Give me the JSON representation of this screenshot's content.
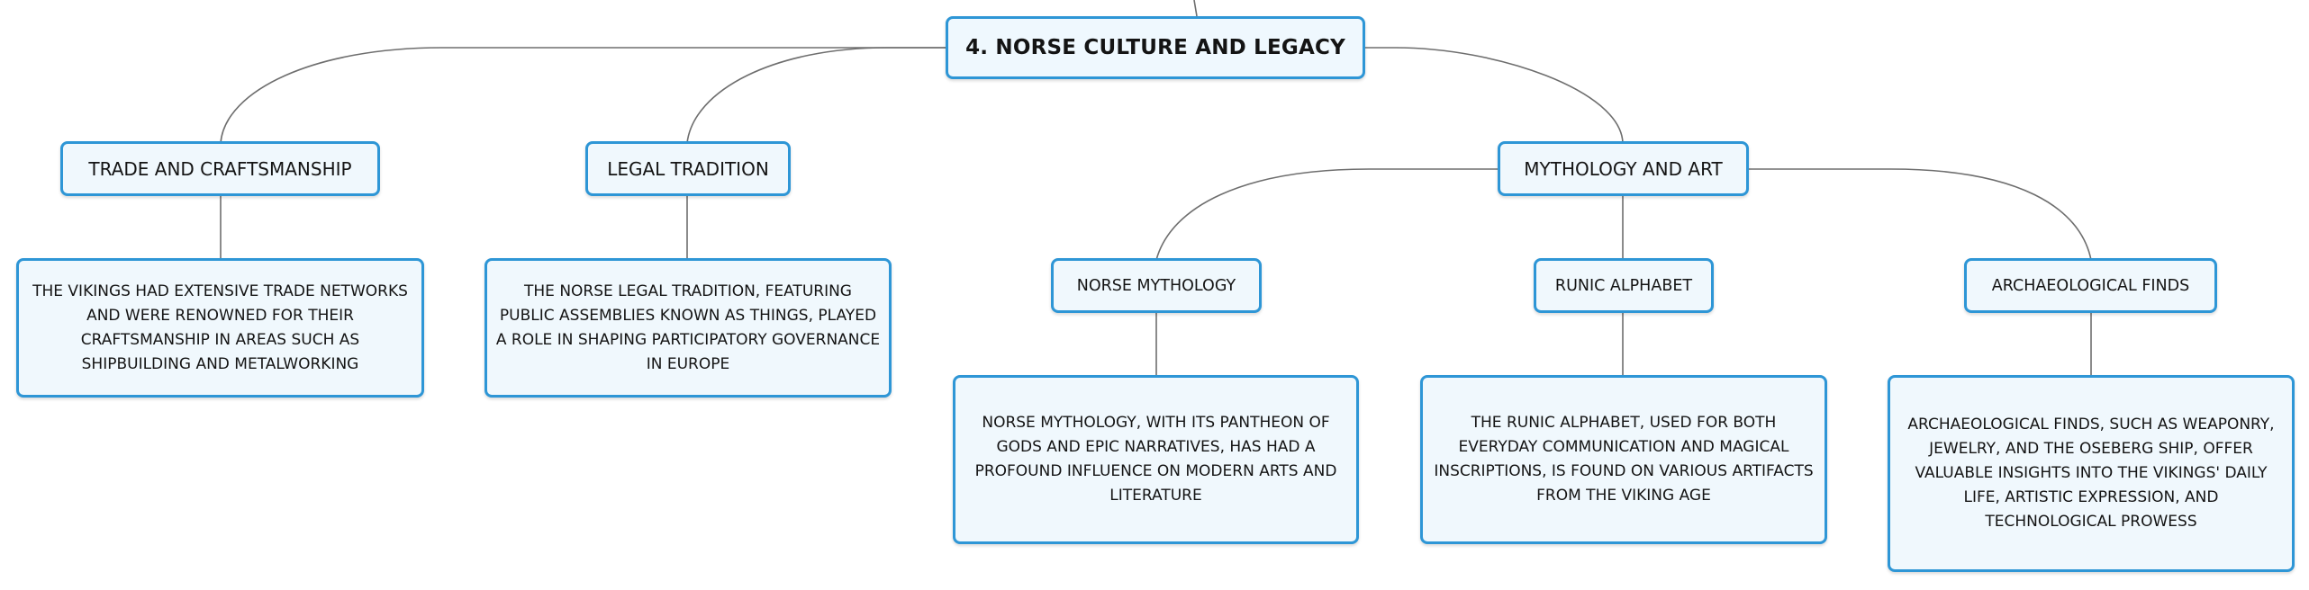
{
  "diagram": {
    "root": {
      "title": "4. NORSE CULTURE AND LEGACY"
    },
    "branches": {
      "trade": {
        "title": "TRADE AND CRAFTSMANSHIP",
        "detail": "THE VIKINGS HAD EXTENSIVE TRADE NETWORKS AND WERE RENOWNED FOR THEIR CRAFTSMANSHIP IN AREAS SUCH AS SHIPBUILDING AND METALWORKING"
      },
      "legal": {
        "title": "LEGAL TRADITION",
        "detail": "THE NORSE LEGAL TRADITION, FEATURING PUBLIC ASSEMBLIES KNOWN AS THINGS, PLAYED A ROLE IN SHAPING PARTICIPATORY GOVERNANCE IN EUROPE"
      },
      "mythology_art": {
        "title": "MYTHOLOGY AND ART",
        "children": {
          "norse_mythology": {
            "title": "NORSE MYTHOLOGY",
            "detail": "NORSE MYTHOLOGY, WITH ITS PANTHEON OF GODS AND EPIC NARRATIVES, HAS HAD A PROFOUND INFLUENCE ON MODERN ARTS AND LITERATURE"
          },
          "runic_alphabet": {
            "title": "RUNIC ALPHABET",
            "detail": "THE RUNIC ALPHABET, USED FOR BOTH EVERYDAY COMMUNICATION AND MAGICAL INSCRIPTIONS, IS FOUND ON VARIOUS ARTIFACTS FROM THE VIKING AGE"
          },
          "archaeological_finds": {
            "title": "ARCHAEOLOGICAL FINDS",
            "detail": "ARCHAEOLOGICAL FINDS, SUCH AS WEAPONRY, JEWELRY, AND THE OSEBERG SHIP, OFFER VALUABLE INSIGHTS INTO THE VIKINGS' DAILY LIFE, ARTISTIC EXPRESSION, AND TECHNOLOGICAL PROWESS"
          }
        }
      }
    }
  },
  "colors": {
    "node_border": "#2e96d6",
    "node_fill": "#f0f8fd",
    "connector": "#6e6e6e",
    "text": "#141414"
  }
}
